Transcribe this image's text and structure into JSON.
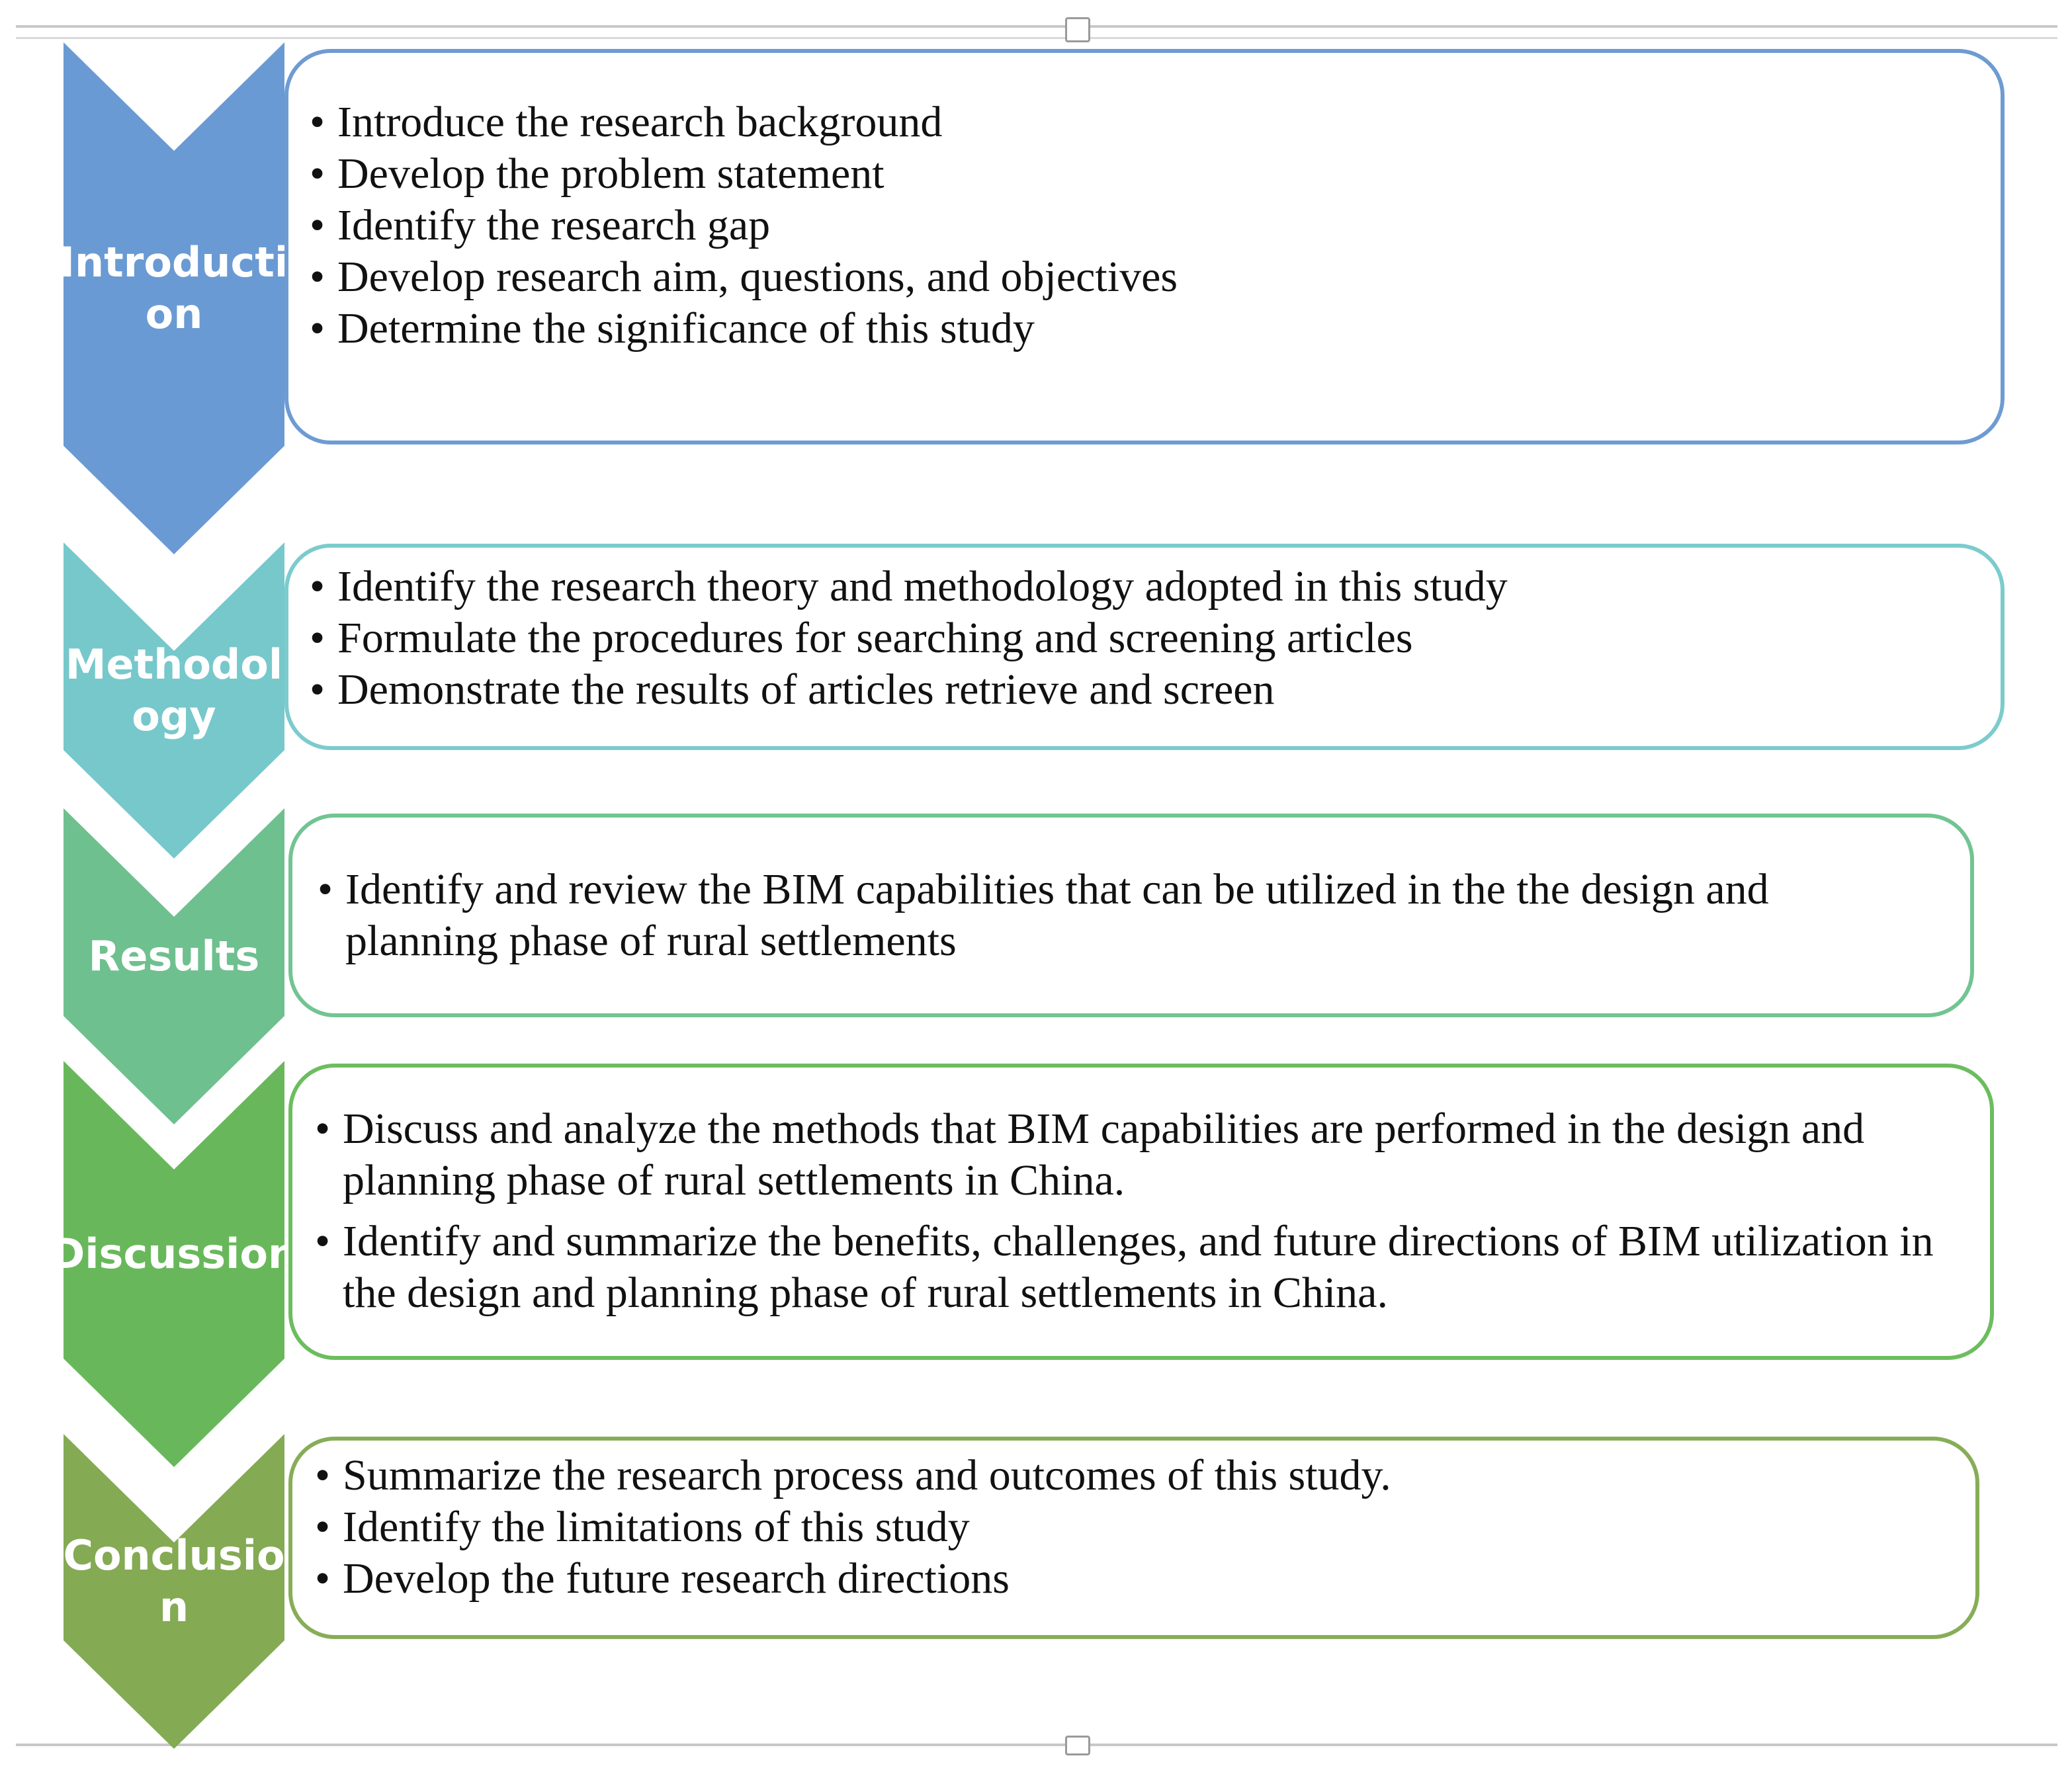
{
  "steps": [
    {
      "id": "introduction",
      "label": "Introducti\non",
      "color": "#6a9ad3",
      "border": "#6e9bd2",
      "bullets": [
        "Introduce the research background",
        "Develop the problem statement",
        "Identify the research gap",
        "Develop research aim, questions, and objectives",
        "Determine the significance of this study"
      ]
    },
    {
      "id": "methodology",
      "label": "Methodol\nogy",
      "color": "#76c8cb",
      "border": "#7ccbcd",
      "bullets": [
        "Identify the research theory and methodology adopted in this study",
        "Formulate the procedures for searching and screening articles",
        "Demonstrate the results of articles retrieve and screen"
      ]
    },
    {
      "id": "results",
      "label": "Results",
      "color": "#6fc08f",
      "border": "#72c493",
      "bullets": [
        "Identify and review the BIM capabilities that can be utilized in the the design and planning phase of rural settlements"
      ]
    },
    {
      "id": "discussion",
      "label": "Discussion",
      "color": "#68b85b",
      "border": "#6cbd5e",
      "bullets": [
        "Discuss and analyze the methods that BIM capabilities are performed in the design and planning phase of rural settlements in China.",
        "Identify and summarize the benefits, challenges, and future directions of BIM utilization in the design and planning phase of rural settlements in China."
      ]
    },
    {
      "id": "conclusion",
      "label": "Conclusio\nn",
      "color": "#84aa54",
      "border": "#87ad57",
      "bullets": [
        "Summarize the research process and outcomes of this study.",
        "Identify the limitations of this study",
        "Develop the future research directions"
      ]
    }
  ]
}
